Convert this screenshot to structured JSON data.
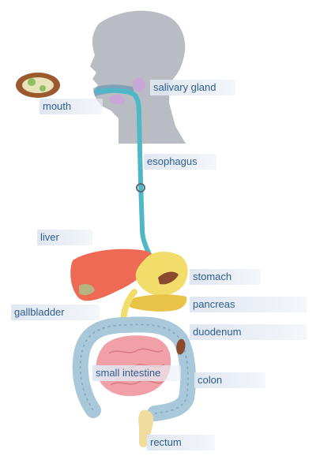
{
  "labels": {
    "salivary_gland": "salivary gland",
    "mouth": "mouth",
    "esophagus": "esophagus",
    "liver": "liver",
    "stomach": "stomach",
    "pancreas": "pancreas",
    "gallbladder": "gallbladder",
    "duodenum": "duodenum",
    "small_intestine": "small intestine",
    "colon": "colon",
    "rectum": "rectum"
  },
  "colors": {
    "head": "#b9bcc2",
    "esophagus": "#4fb8c6",
    "salivary_gland": "#c9a7d6",
    "liver": "#ee6a55",
    "stomach": "#f2dc6a",
    "pancreas": "#e9c248",
    "small_intestine": "#f2a0a8",
    "colon": "#a9c8da",
    "rectum": "#f1dca0"
  }
}
